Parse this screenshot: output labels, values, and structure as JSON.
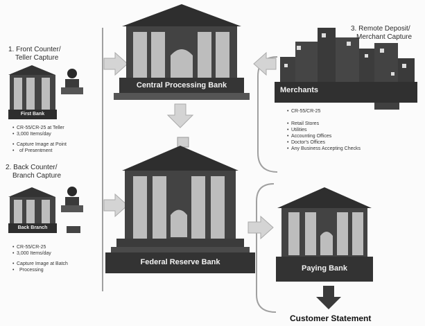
{
  "front_counter": {
    "title_line1": "1. Front Counter/",
    "title_line2": "Teller Capture",
    "bank_label": "First Bank",
    "bullets_a": [
      "CR-55/CR-25 at Teller",
      "3,000 Items/day"
    ],
    "bullets_b": [
      "Capture Image at Point",
      "of Presentment"
    ]
  },
  "back_counter": {
    "title_line1": "2. Back Counter/",
    "title_line2": "Branch Capture",
    "bank_label": "Back Branch",
    "bullets_a": [
      "CR-55/CR-25",
      "3,000 Items/day"
    ],
    "bullets_b": [
      "Capture Image at Batch",
      "Processing"
    ]
  },
  "remote": {
    "title_line1": "3. Remote Deposit/",
    "title_line2": "Merchant Capture",
    "building_label": "Merchants",
    "device": "CR-55/CR-25",
    "items": [
      "Retail Stores",
      "Utilities",
      "Accounting Offices",
      "Doctor's Offices",
      "Any Business Accepting Checks"
    ]
  },
  "central_bank": {
    "label": "Central Processing Bank"
  },
  "federal_bank": {
    "label": "Federal Reserve Bank"
  },
  "paying_bank": {
    "label": "Paying Bank"
  },
  "customer_statement": "Customer Statement",
  "colors": {
    "building": "#3f3f3f",
    "roof": "#2c2c2c",
    "column": "#b9b9b9",
    "arrow": "#cfcfcf",
    "line": "#9a9a9a"
  }
}
